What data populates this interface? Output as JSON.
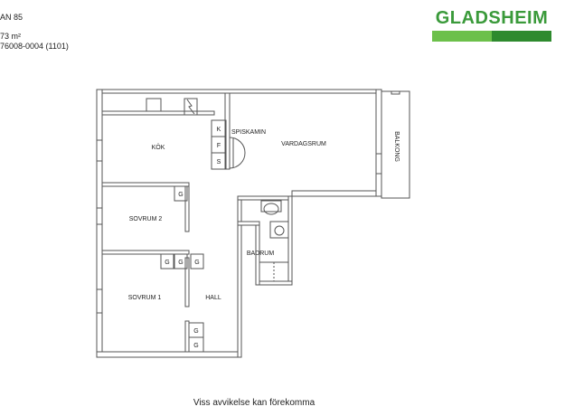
{
  "header": {
    "line1": "AN 85",
    "line2": "73 m²",
    "line3": " 76008-0004 (1101)"
  },
  "brand": {
    "name": "GLADSHEIM",
    "color": "#3a9a3a",
    "bar_light": "#6cc04a",
    "bar_dark": "#2e8a2e"
  },
  "rooms": {
    "kok": "KÖK",
    "spiskamin": "SPISKAMIN",
    "vardagsrum": "VARDAGSRUM",
    "balkong": "BALKONG",
    "sovrum2": "SOVRUM 2",
    "sovrum1": "SOVRUM 1",
    "badrum": "BADRUM",
    "hall": "HALL"
  },
  "fixtures": {
    "k": "K",
    "f": "F",
    "s": "S",
    "g": "G"
  },
  "footer": "Viss avvikelse kan förekomma"
}
